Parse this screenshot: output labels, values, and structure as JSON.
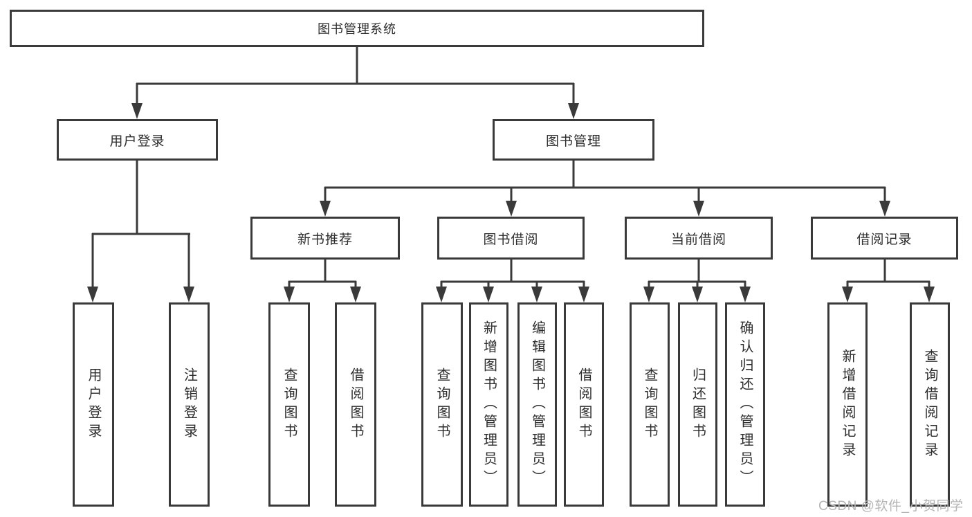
{
  "diagram": {
    "root": {
      "label": "图书管理系统",
      "children": [
        {
          "label": "用户登录",
          "children": [
            {
              "label": "用户登录"
            },
            {
              "label": "注销登录"
            }
          ]
        },
        {
          "label": "图书管理",
          "children": [
            {
              "label": "新书推荐",
              "children": [
                {
                  "label": "查询图书"
                },
                {
                  "label": "借阅图书"
                }
              ]
            },
            {
              "label": "图书借阅",
              "children": [
                {
                  "label": "查询图书"
                },
                {
                  "label": "新增图书（管理员）"
                },
                {
                  "label": "编辑图书（管理员）"
                },
                {
                  "label": "借阅图书"
                }
              ]
            },
            {
              "label": "当前借阅",
              "children": [
                {
                  "label": "查询图书"
                },
                {
                  "label": "归还图书"
                },
                {
                  "label": "确认归还（管理员）"
                }
              ]
            },
            {
              "label": "借阅记录",
              "children": [
                {
                  "label": "新增借阅记录"
                },
                {
                  "label": "查询借阅记录"
                }
              ]
            }
          ]
        }
      ]
    }
  },
  "colors": {
    "line": "#3a3a3a",
    "text": "#2d2d2d",
    "background": "#ffffff",
    "watermark": "#b5b5b5"
  },
  "watermark": {
    "text": "CSDN @软件_小贺同学"
  }
}
